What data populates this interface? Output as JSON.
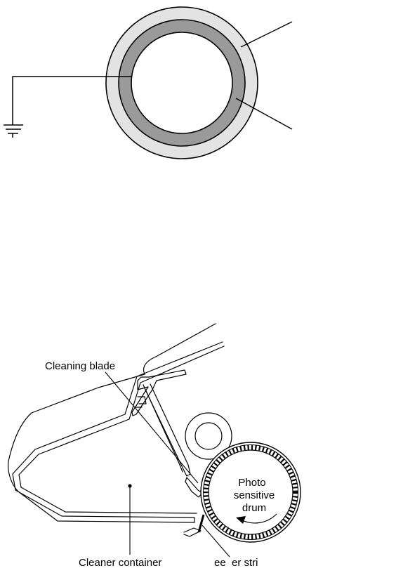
{
  "labels": {
    "cleaning_blade": "Cleaning blade",
    "cleaner_container": "Cleaner container",
    "drum_line1": "Photo",
    "drum_line2": "sensitive",
    "drum_line3": "drum",
    "scraper_strip": "ee  er stri"
  },
  "colors": {
    "outer_layer": "#e3e3e3",
    "middle_layer": "#9a9a9a",
    "core": "#ffffff",
    "stroke": "#000000"
  }
}
